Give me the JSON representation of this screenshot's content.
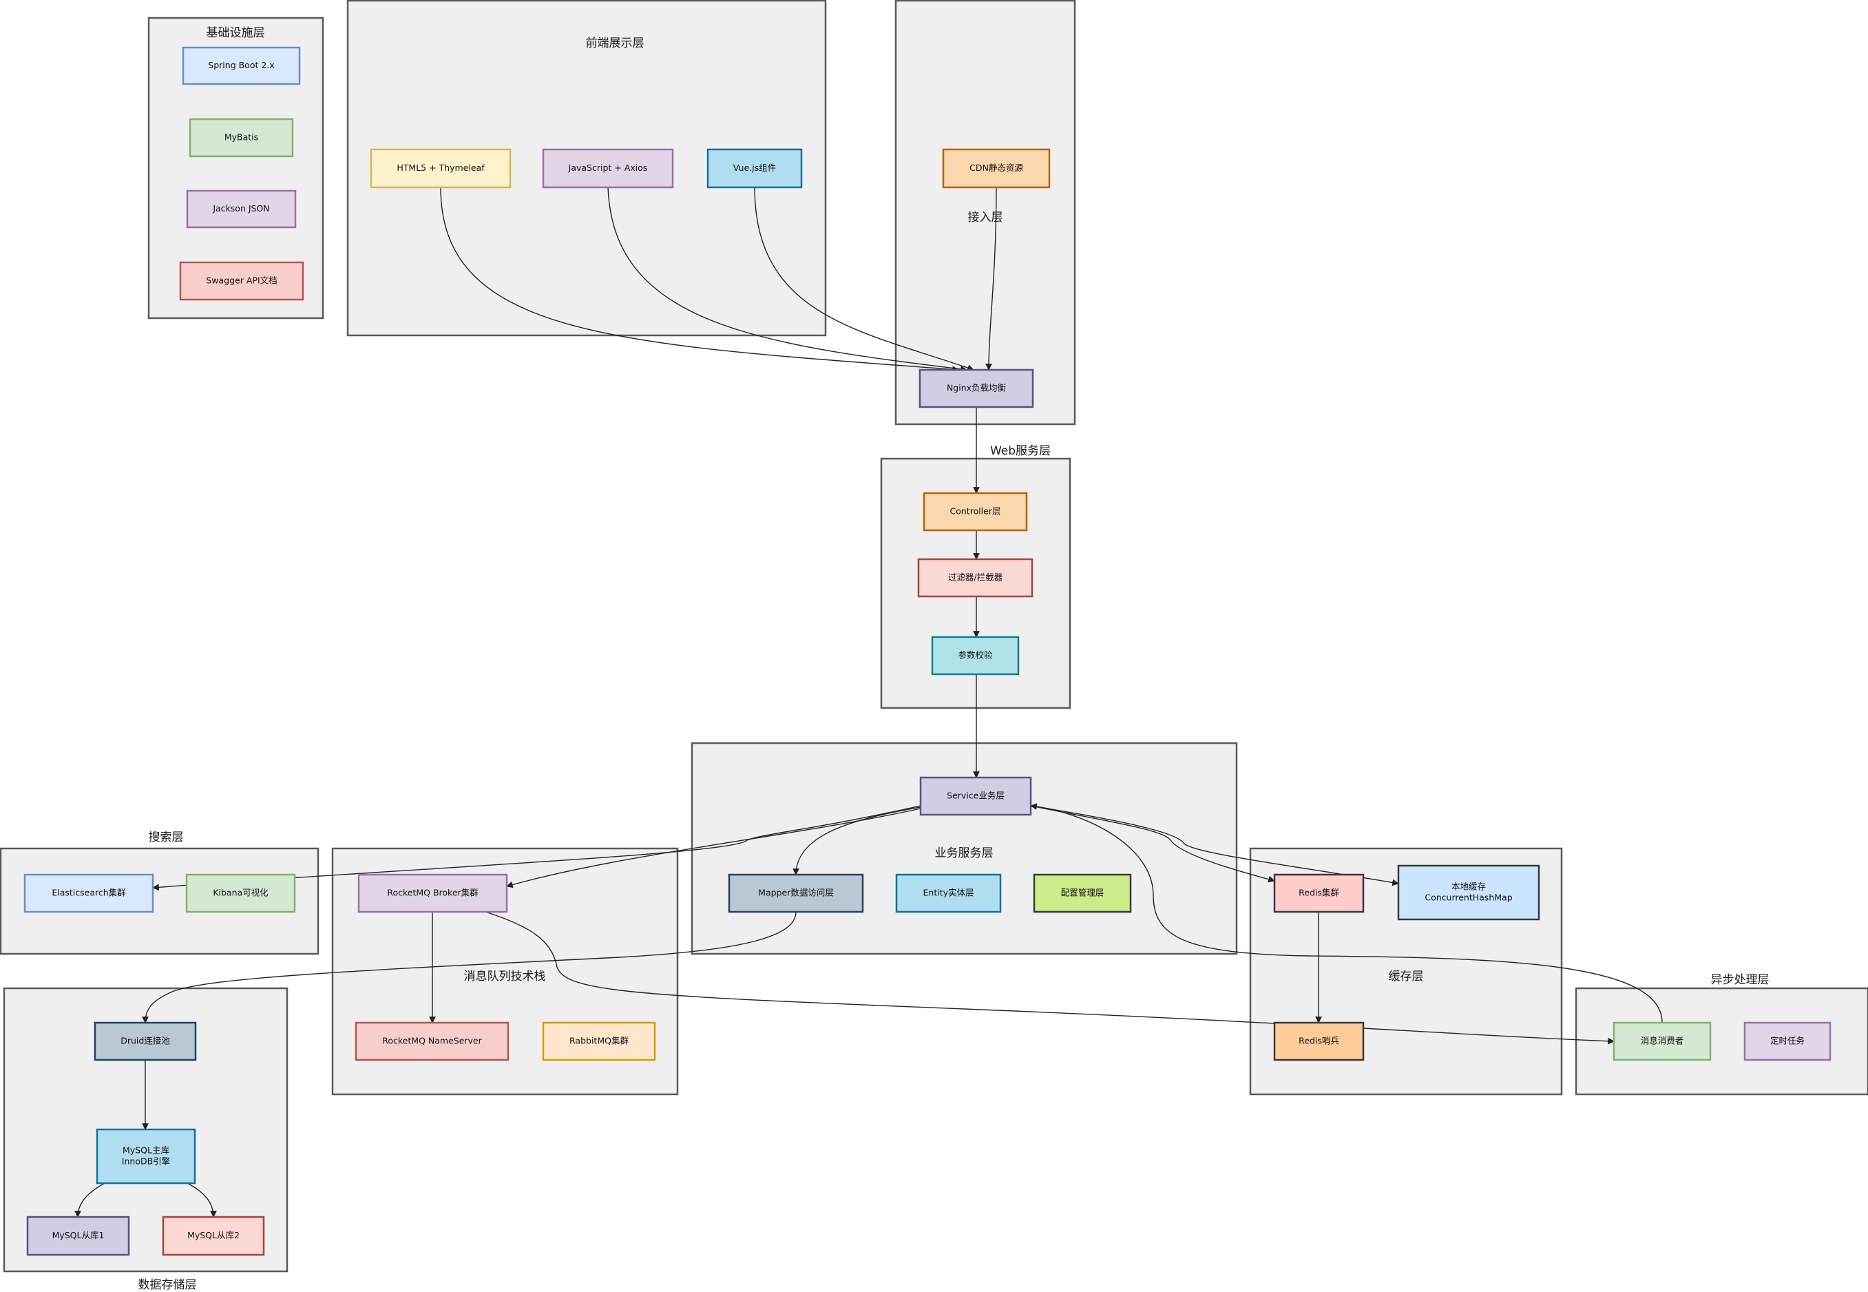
{
  "groups": [
    {
      "id": "infra",
      "label": "基础设施层"
    },
    {
      "id": "frontend",
      "label": "前端展示层"
    },
    {
      "id": "access",
      "label": "接入层"
    },
    {
      "id": "web",
      "label": "Web服务层"
    },
    {
      "id": "biz",
      "label": "业务服务层"
    },
    {
      "id": "search",
      "label": "搜索层"
    },
    {
      "id": "mq",
      "label": "消息队列技术栈"
    },
    {
      "id": "cache",
      "label": "缓存层"
    },
    {
      "id": "async",
      "label": "异步处理层"
    },
    {
      "id": "storage",
      "label": "数据存储层"
    }
  ],
  "nodes": [
    {
      "id": "springboot",
      "lines": [
        "Spring Boot 2.x"
      ],
      "fill": "#dae8fc",
      "stroke": "#6c8ebf"
    },
    {
      "id": "mybatis",
      "lines": [
        "MyBatis"
      ],
      "fill": "#d5e8d4",
      "stroke": "#82b366"
    },
    {
      "id": "jackson",
      "lines": [
        "Jackson JSON"
      ],
      "fill": "#e1d5e7",
      "stroke": "#9673a6"
    },
    {
      "id": "swagger",
      "lines": [
        "Swagger API文档"
      ],
      "fill": "#f8cecc",
      "stroke": "#b85450"
    },
    {
      "id": "html5",
      "lines": [
        "HTML5 + Thymeleaf"
      ],
      "fill": "#fff2cc",
      "stroke": "#d6b656"
    },
    {
      "id": "js",
      "lines": [
        "JavaScript + Axios"
      ],
      "fill": "#e1d5e7",
      "stroke": "#9673a6"
    },
    {
      "id": "vue",
      "lines": [
        "Vue.js组件"
      ],
      "fill": "#b1ddf0",
      "stroke": "#10739e"
    },
    {
      "id": "cdn",
      "lines": [
        "CDN静态资源"
      ],
      "fill": "#fad7ac",
      "stroke": "#b46504"
    },
    {
      "id": "nginx",
      "lines": [
        "Nginx负载均衡"
      ],
      "fill": "#d0cee2",
      "stroke": "#56517e"
    },
    {
      "id": "controller",
      "lines": [
        "Controller层"
      ],
      "fill": "#fad7ac",
      "stroke": "#b46504"
    },
    {
      "id": "filter",
      "lines": [
        "过滤器/拦截器"
      ],
      "fill": "#fad9d5",
      "stroke": "#ae4132"
    },
    {
      "id": "validate",
      "lines": [
        "参数校验"
      ],
      "fill": "#b0e3e6",
      "stroke": "#0e8088"
    },
    {
      "id": "service",
      "lines": [
        "Service业务层"
      ],
      "fill": "#d0cee2",
      "stroke": "#56517e"
    },
    {
      "id": "mapper",
      "lines": [
        "Mapper数据访问层"
      ],
      "fill": "#bac8d3",
      "stroke": "#23445d"
    },
    {
      "id": "entity",
      "lines": [
        "Entity实体层"
      ],
      "fill": "#b1ddf0",
      "stroke": "#10739e"
    },
    {
      "id": "config",
      "lines": [
        "配置管理层"
      ],
      "fill": "#cdeb8b",
      "stroke": "#36393d"
    },
    {
      "id": "es",
      "lines": [
        "Elasticsearch集群"
      ],
      "fill": "#dae8fc",
      "stroke": "#6c8ebf"
    },
    {
      "id": "kibana",
      "lines": [
        "Kibana可视化"
      ],
      "fill": "#d5e8d4",
      "stroke": "#82b366"
    },
    {
      "id": "rmqbroker",
      "lines": [
        "RocketMQ Broker集群"
      ],
      "fill": "#e1d5e7",
      "stroke": "#9673a6"
    },
    {
      "id": "rmqns",
      "lines": [
        "RocketMQ NameServer"
      ],
      "fill": "#f8cecc",
      "stroke": "#b85450"
    },
    {
      "id": "rabbit",
      "lines": [
        "RabbitMQ集群"
      ],
      "fill": "#ffe6cc",
      "stroke": "#d79b00"
    },
    {
      "id": "redis",
      "lines": [
        "Redis集群"
      ],
      "fill": "#ffcccc",
      "stroke": "#36393d"
    },
    {
      "id": "localcache",
      "lines": [
        "本地缓存",
        "ConcurrentHashMap"
      ],
      "fill": "#cce5ff",
      "stroke": "#36393d"
    },
    {
      "id": "sentinel",
      "lines": [
        "Redis哨兵"
      ],
      "fill": "#ffcc99",
      "stroke": "#36393d"
    },
    {
      "id": "consumer",
      "lines": [
        "消息消费者"
      ],
      "fill": "#d5e8d4",
      "stroke": "#82b366"
    },
    {
      "id": "cron",
      "lines": [
        "定时任务"
      ],
      "fill": "#e1d5e7",
      "stroke": "#9673a6"
    },
    {
      "id": "druid",
      "lines": [
        "Druid连接池"
      ],
      "fill": "#bac8d3",
      "stroke": "#23445d"
    },
    {
      "id": "mysqlmaster",
      "lines": [
        "MySQL主库",
        "InnoDB引擎"
      ],
      "fill": "#b1ddf0",
      "stroke": "#10739e"
    },
    {
      "id": "slave1",
      "lines": [
        "MySQL从库1"
      ],
      "fill": "#d0cee2",
      "stroke": "#56517e"
    },
    {
      "id": "slave2",
      "lines": [
        "MySQL从库2"
      ],
      "fill": "#fad9d5",
      "stroke": "#ae4132"
    }
  ],
  "edges": [
    {
      "from": "html5",
      "to": "nginx"
    },
    {
      "from": "js",
      "to": "nginx"
    },
    {
      "from": "vue",
      "to": "nginx"
    },
    {
      "from": "cdn",
      "to": "nginx"
    },
    {
      "from": "nginx",
      "to": "controller"
    },
    {
      "from": "controller",
      "to": "filter"
    },
    {
      "from": "filter",
      "to": "validate"
    },
    {
      "from": "validate",
      "to": "service"
    },
    {
      "from": "service",
      "to": "mapper"
    },
    {
      "from": "service",
      "to": "es"
    },
    {
      "from": "service",
      "to": "rmqbroker"
    },
    {
      "from": "service",
      "to": "redis"
    },
    {
      "from": "service",
      "to": "localcache"
    },
    {
      "from": "consumer",
      "to": "service"
    },
    {
      "from": "rmqbroker",
      "to": "rmqns"
    },
    {
      "from": "rmqbroker",
      "to": "consumer"
    },
    {
      "from": "redis",
      "to": "sentinel"
    },
    {
      "from": "mapper",
      "to": "druid"
    },
    {
      "from": "druid",
      "to": "mysqlmaster"
    },
    {
      "from": "mysqlmaster",
      "to": "slave1"
    },
    {
      "from": "mysqlmaster",
      "to": "slave2"
    }
  ]
}
